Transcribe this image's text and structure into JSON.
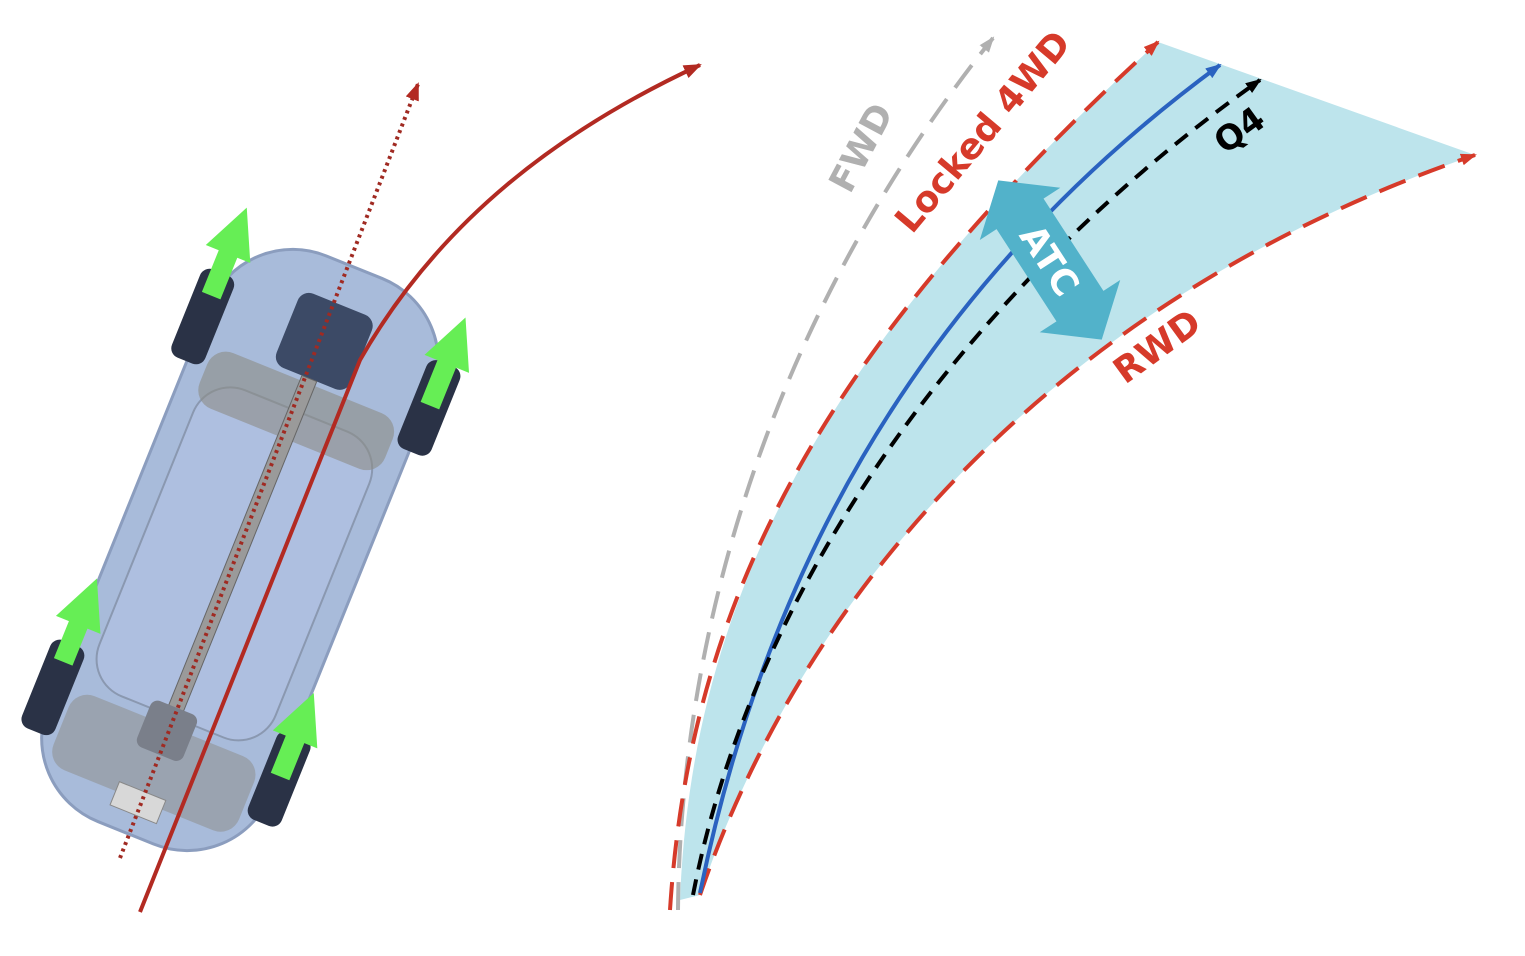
{
  "labels": {
    "fwd": "FWD",
    "locked_4wd": "Locked 4WD",
    "rwd": "RWD",
    "q4": "Q4",
    "atc": "ATC"
  },
  "colors": {
    "fwd": "#b0b0b0",
    "locked_4wd": "#d63a2a",
    "rwd": "#d63a2a",
    "q4": "#000000",
    "actual_path": "#2a62c0",
    "atc_band": "#bde4ec",
    "atc_arrow": "#52b2ca",
    "car_trajectory": "#b22a22",
    "wheel_force": "#66ee55",
    "car_body": "#9fb4d6"
  }
}
